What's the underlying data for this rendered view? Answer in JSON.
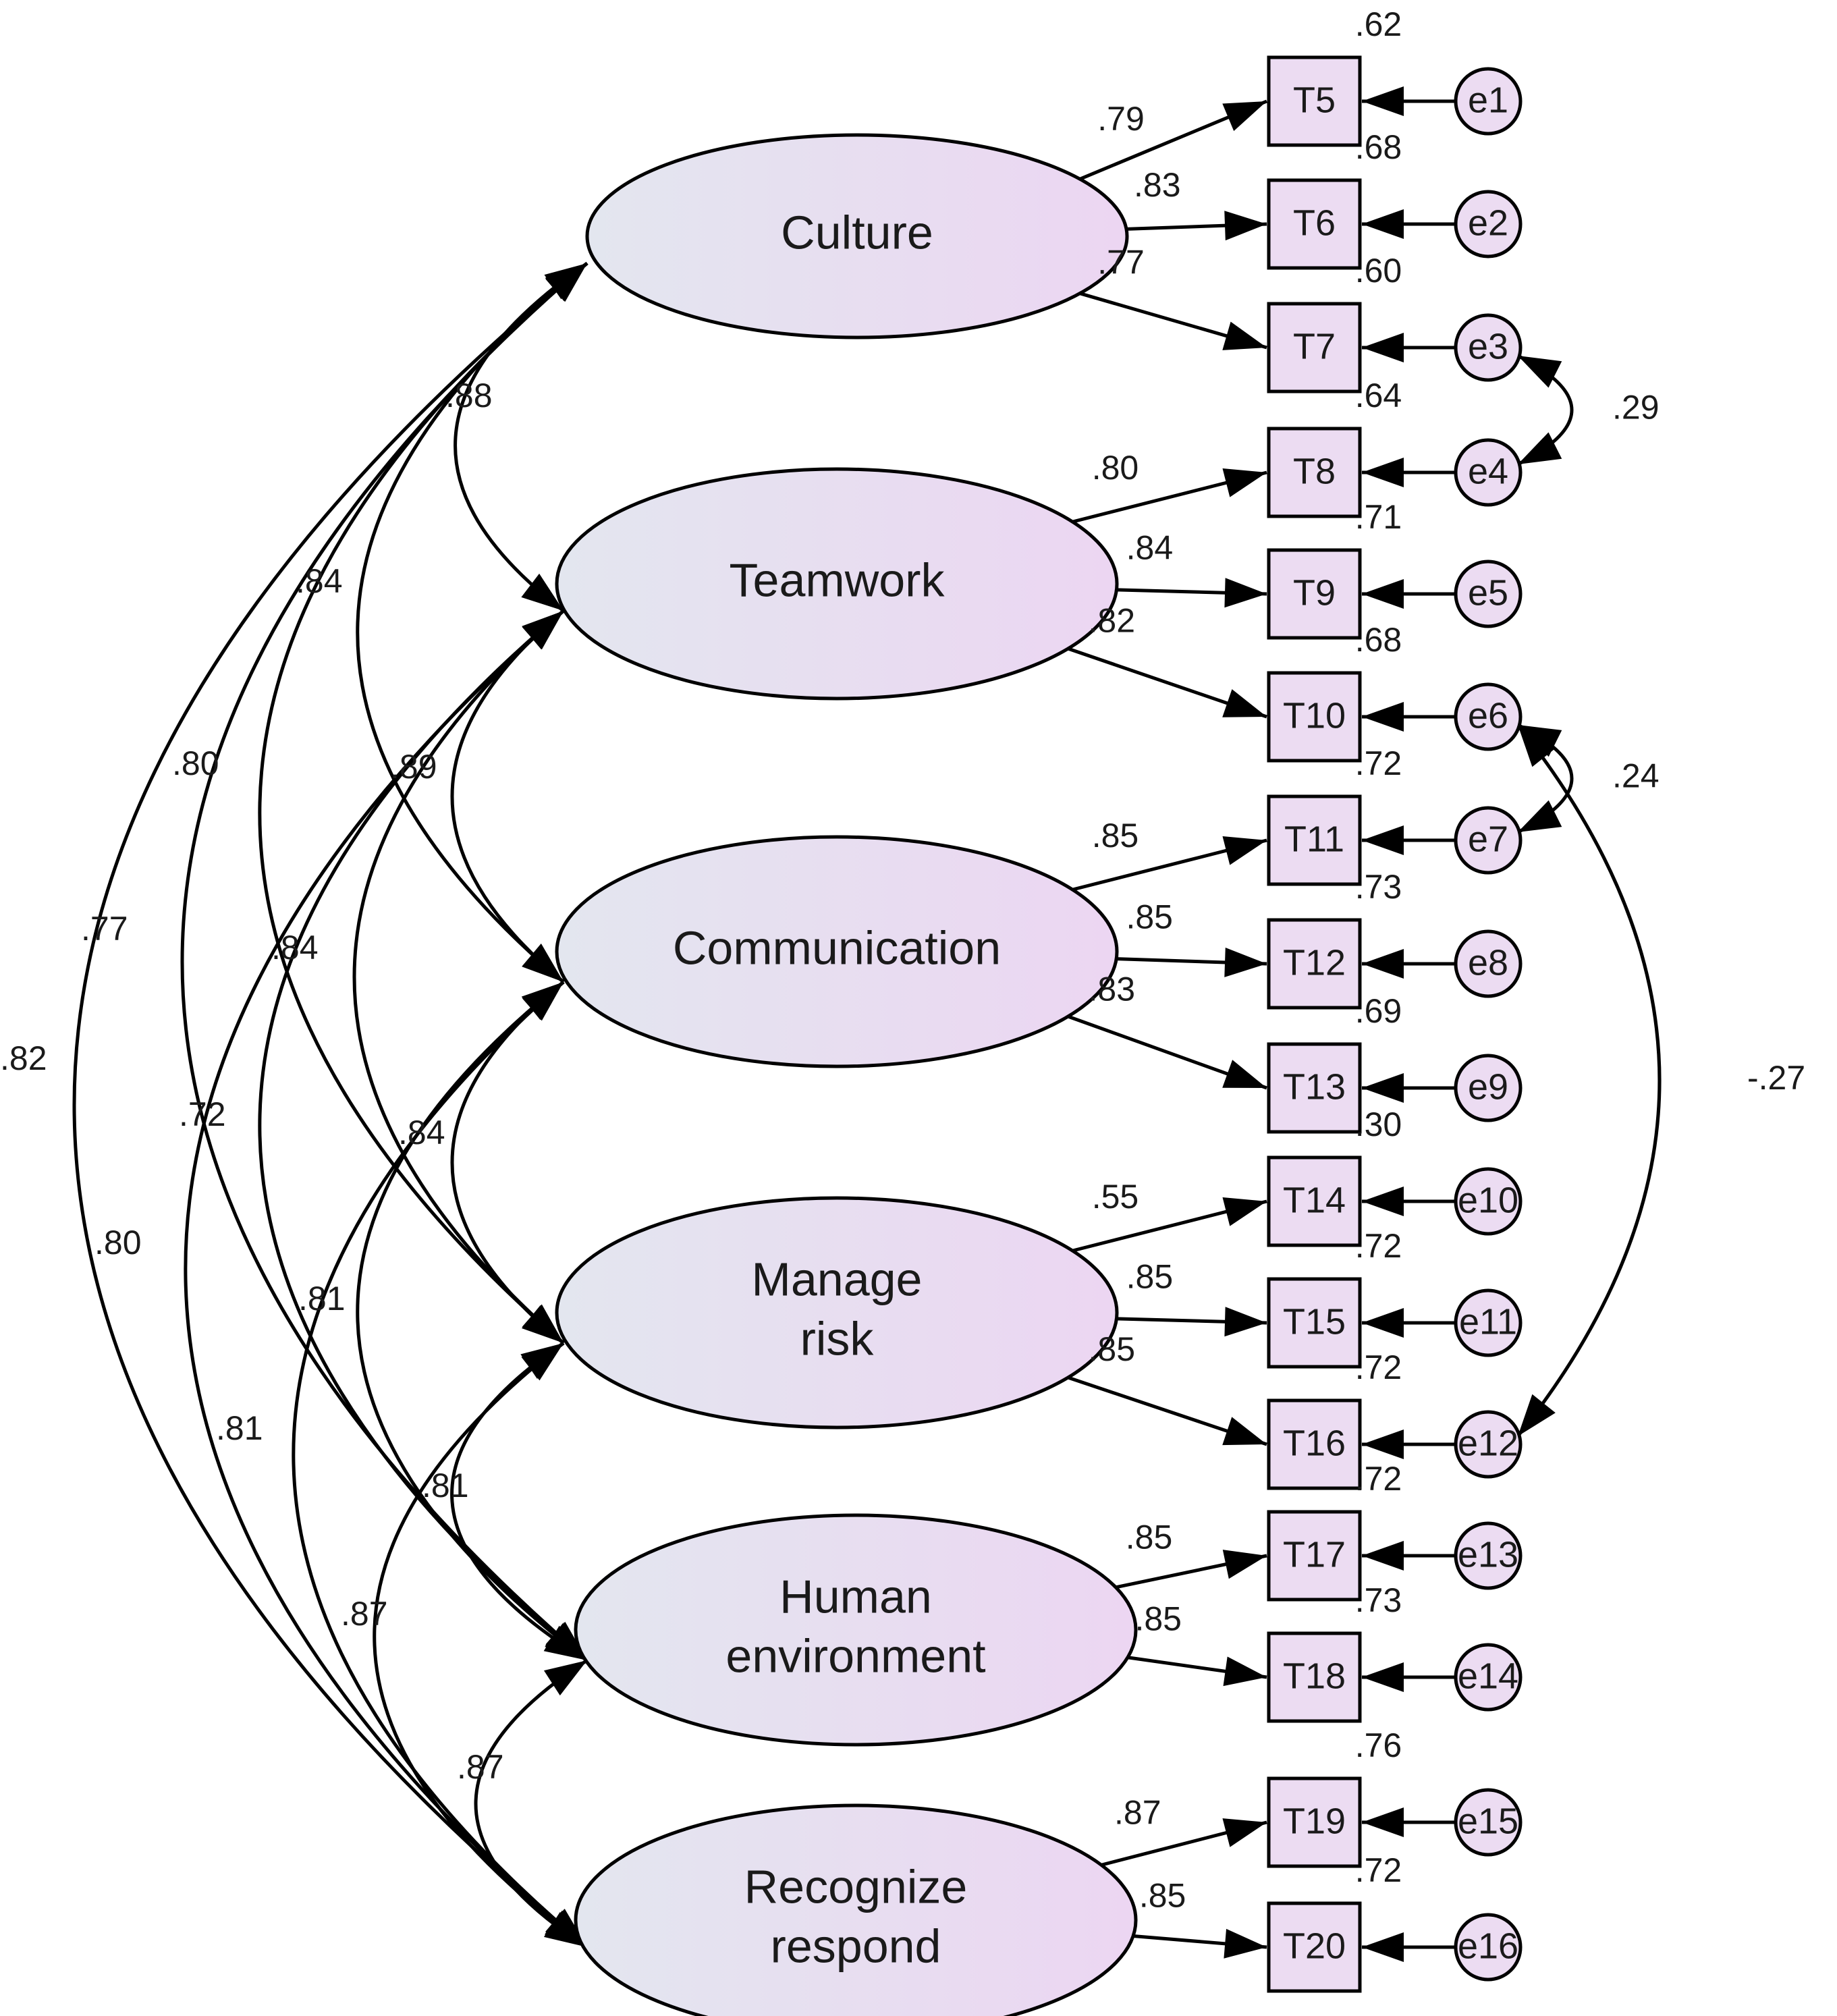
{
  "factors": [
    {
      "id": "F1",
      "lines": [
        "Culture"
      ]
    },
    {
      "id": "F2",
      "lines": [
        "Teamwork"
      ]
    },
    {
      "id": "F3",
      "lines": [
        "Communication"
      ]
    },
    {
      "id": "F4",
      "lines": [
        "Manage",
        "risk"
      ]
    },
    {
      "id": "F5",
      "lines": [
        "Human",
        "environment"
      ]
    },
    {
      "id": "F6",
      "lines": [
        "Recognize",
        "respond"
      ]
    }
  ],
  "items": [
    {
      "label": "T5",
      "factor": "F1",
      "loading": ".79",
      "r2": ".62"
    },
    {
      "label": "T6",
      "factor": "F1",
      "loading": ".83",
      "r2": ".68"
    },
    {
      "label": "T7",
      "factor": "F1",
      "loading": ".77",
      "r2": ".60"
    },
    {
      "label": "T8",
      "factor": "F2",
      "loading": ".80",
      "r2": ".64"
    },
    {
      "label": "T9",
      "factor": "F2",
      "loading": ".84",
      "r2": ".71"
    },
    {
      "label": "T10",
      "factor": "F2",
      "loading": ".82",
      "r2": ".68"
    },
    {
      "label": "T11",
      "factor": "F3",
      "loading": ".85",
      "r2": ".72"
    },
    {
      "label": "T12",
      "factor": "F3",
      "loading": ".85",
      "r2": ".73"
    },
    {
      "label": "T13",
      "factor": "F3",
      "loading": ".83",
      "r2": ".69"
    },
    {
      "label": "T14",
      "factor": "F4",
      "loading": ".55",
      "r2": ".30"
    },
    {
      "label": "T15",
      "factor": "F4",
      "loading": ".85",
      "r2": ".72"
    },
    {
      "label": "T16",
      "factor": "F4",
      "loading": ".85",
      "r2": ".72"
    },
    {
      "label": "T17",
      "factor": "F5",
      "loading": ".85",
      "r2": ".72"
    },
    {
      "label": "T18",
      "factor": "F5",
      "loading": ".85",
      "r2": ".73"
    },
    {
      "label": "T19",
      "factor": "F6",
      "loading": ".87",
      "r2": ".76"
    },
    {
      "label": "T20",
      "factor": "F6",
      "loading": ".85",
      "r2": ".72"
    }
  ],
  "errors": [
    "e1",
    "e2",
    "e3",
    "e4",
    "e5",
    "e6",
    "e7",
    "e8",
    "e9",
    "e10",
    "e11",
    "e12",
    "e13",
    "e14",
    "e15",
    "e16"
  ],
  "factor_correlations": [
    {
      "a": 0,
      "b": 1,
      "value": ".88"
    },
    {
      "a": 0,
      "b": 2,
      "value": ".84"
    },
    {
      "a": 0,
      "b": 3,
      "value": ".80"
    },
    {
      "a": 0,
      "b": 4,
      "value": ".77"
    },
    {
      "a": 0,
      "b": 5,
      "value": ".82"
    },
    {
      "a": 1,
      "b": 2,
      "value": ".89"
    },
    {
      "a": 1,
      "b": 3,
      "value": ".84"
    },
    {
      "a": 1,
      "b": 4,
      "value": ".72"
    },
    {
      "a": 1,
      "b": 5,
      "value": ".80"
    },
    {
      "a": 2,
      "b": 3,
      "value": ".84"
    },
    {
      "a": 2,
      "b": 4,
      "value": ".81"
    },
    {
      "a": 2,
      "b": 5,
      "value": ".81"
    },
    {
      "a": 3,
      "b": 4,
      "value": ".81"
    },
    {
      "a": 3,
      "b": 5,
      "value": ".87"
    },
    {
      "a": 4,
      "b": 5,
      "value": ".87"
    }
  ],
  "error_covariances": [
    {
      "a": 2,
      "b": 3,
      "value": ".29"
    },
    {
      "a": 5,
      "b": 6,
      "value": ".24"
    },
    {
      "a": 5,
      "b": 11,
      "value": "-.27"
    }
  ],
  "colors": {
    "factor_left": "#e3e6ef",
    "factor_right": "#ecd6f2",
    "box_fill": "#ecdcf2",
    "line": "#000000"
  }
}
